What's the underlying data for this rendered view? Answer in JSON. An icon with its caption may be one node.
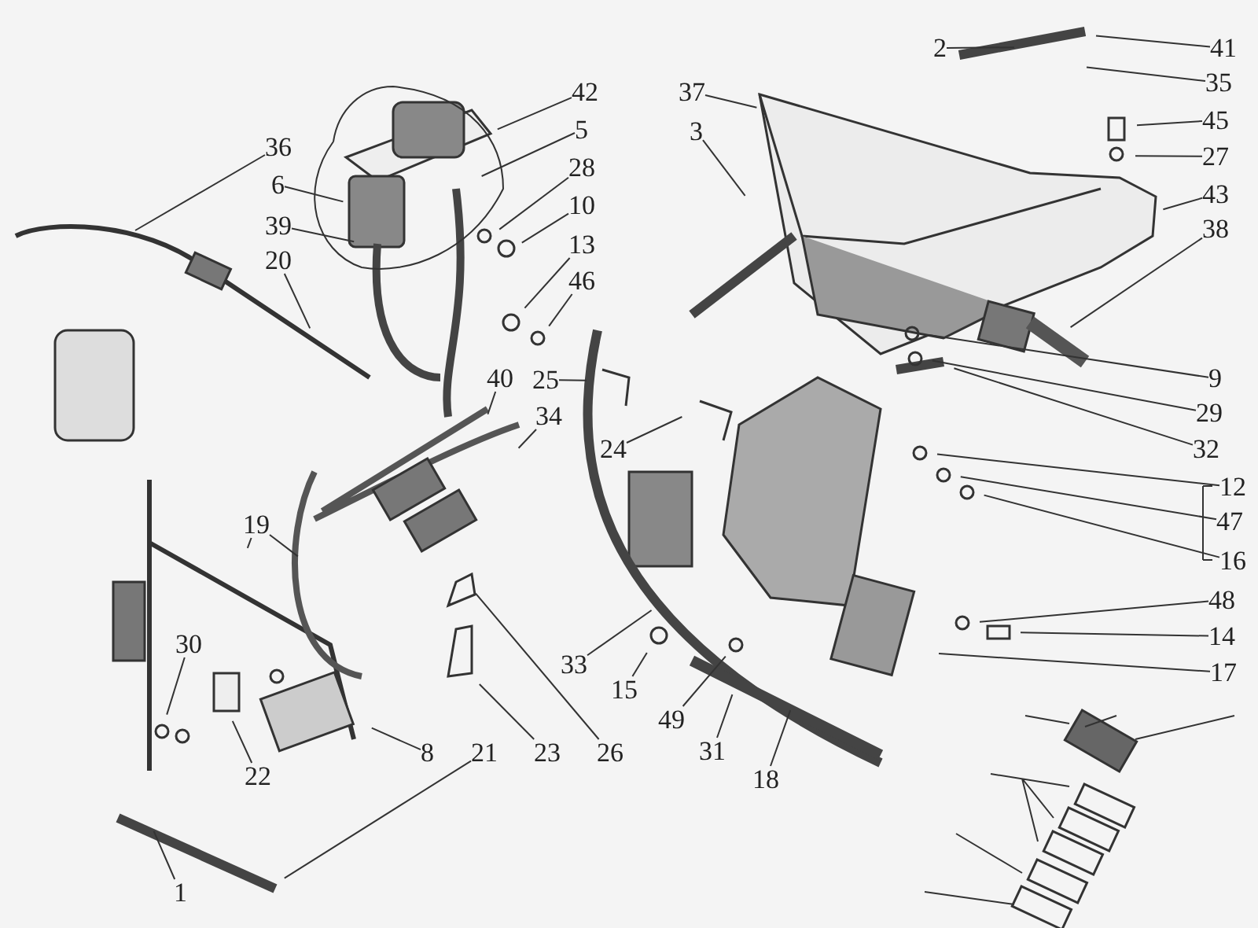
{
  "diagram": {
    "nodes": [
      {
        "text": [
          "2"
        ]
      },
      {
        "text": [
          "41"
        ]
      },
      {
        "text": [
          "35"
        ]
      },
      {
        "text": [
          "42"
        ]
      },
      {
        "text": [
          "37"
        ]
      },
      {
        "text": [
          "45"
        ]
      },
      {
        "text": [
          "5"
        ]
      },
      {
        "text": [
          "3"
        ]
      },
      {
        "text": [
          "36"
        ]
      },
      {
        "text": [
          "27"
        ]
      },
      {
        "text": [
          "28"
        ]
      },
      {
        "text": [
          "6"
        ]
      },
      {
        "text": [
          "43"
        ]
      },
      {
        "text": [
          "10"
        ]
      },
      {
        "text": [
          "39"
        ]
      },
      {
        "text": [
          "38"
        ]
      },
      {
        "text": [
          "13"
        ]
      },
      {
        "text": [
          "20"
        ]
      },
      {
        "text": [
          "46"
        ]
      },
      {
        "text": [
          "9"
        ]
      },
      {
        "text": [
          "40"
        ]
      },
      {
        "text": [
          "25"
        ]
      },
      {
        "text": [
          "29"
        ]
      },
      {
        "text": [
          "34"
        ]
      },
      {
        "text": [
          "24"
        ]
      },
      {
        "text": [
          "32"
        ]
      },
      {
        "text": [
          "12"
        ]
      },
      {
        "text": [
          "47"
        ]
      },
      {
        "text": [
          "19"
        ]
      },
      {
        "text": [
          "16"
        ]
      },
      {
        "text": [
          "48"
        ]
      },
      {
        "text": [
          "14"
        ]
      },
      {
        "text": [
          "30"
        ]
      },
      {
        "text": [
          "33"
        ]
      },
      {
        "text": [
          "17"
        ]
      },
      {
        "text": [
          "15"
        ]
      },
      {
        "text": [
          "49"
        ]
      },
      {
        "text": [
          "31"
        ]
      },
      {
        "text": [
          "8"
        ]
      },
      {
        "text": [
          "21"
        ]
      },
      {
        "text": [
          "23"
        ]
      },
      {
        "text": [
          "26"
        ]
      },
      {
        "text": [
          "22"
        ]
      },
      {
        "text": [
          "18"
        ]
      },
      {
        "text": [
          "1"
        ]
      }
    ],
    "edges": [
      {
        "from": 0,
        "to": null,
        "arrow": "none"
      },
      {
        "from": 1,
        "to": null,
        "arrow": "none"
      },
      {
        "from": 2,
        "to": null,
        "arrow": "none"
      },
      {
        "from": 3,
        "to": null,
        "arrow": "none"
      },
      {
        "from": 4,
        "to": null,
        "arrow": "none"
      },
      {
        "from": 5,
        "to": null,
        "arrow": "none"
      },
      {
        "from": 6,
        "to": null,
        "arrow": "none"
      },
      {
        "from": 7,
        "to": null,
        "arrow": "none"
      },
      {
        "from": 8,
        "to": null,
        "arrow": "none"
      },
      {
        "from": 9,
        "to": null,
        "arrow": "none"
      },
      {
        "from": 10,
        "to": null,
        "arrow": "none"
      },
      {
        "from": 11,
        "to": null,
        "arrow": "none"
      },
      {
        "from": 12,
        "to": null,
        "arrow": "none"
      },
      {
        "from": 13,
        "to": null,
        "arrow": "none"
      },
      {
        "from": 14,
        "to": null,
        "arrow": "none"
      },
      {
        "from": 15,
        "to": null,
        "arrow": "none"
      },
      {
        "from": 16,
        "to": null,
        "arrow": "none"
      },
      {
        "from": 17,
        "to": null,
        "arrow": "none"
      },
      {
        "from": 18,
        "to": null,
        "arrow": "none"
      },
      {
        "from": 19,
        "to": null,
        "arrow": "none"
      },
      {
        "from": 20,
        "to": null,
        "arrow": "none"
      },
      {
        "from": 21,
        "to": null,
        "arrow": "none"
      },
      {
        "from": 22,
        "to": null,
        "arrow": "none"
      },
      {
        "from": 23,
        "to": null,
        "arrow": "none"
      },
      {
        "from": 24,
        "to": null,
        "arrow": "none"
      },
      {
        "from": 25,
        "to": null,
        "arrow": "none"
      },
      {
        "from": 26,
        "to": null,
        "arrow": "none"
      },
      {
        "from": 27,
        "to": null,
        "arrow": "none"
      },
      {
        "from": 28,
        "to": null,
        "arrow": "none"
      },
      {
        "from": 28,
        "to": null,
        "arrow": "none"
      },
      {
        "from": 29,
        "to": null,
        "arrow": "none"
      },
      {
        "from": 30,
        "to": null,
        "arrow": "none"
      },
      {
        "from": 31,
        "to": null,
        "arrow": "none"
      },
      {
        "from": 32,
        "to": null,
        "arrow": "none"
      },
      {
        "from": 33,
        "to": null,
        "arrow": "none"
      },
      {
        "from": 34,
        "to": null,
        "arrow": "none"
      },
      {
        "from": 35,
        "to": null,
        "arrow": "none"
      },
      {
        "from": 36,
        "to": null,
        "arrow": "none"
      },
      {
        "from": 37,
        "to": null,
        "arrow": "none"
      },
      {
        "from": 38,
        "to": null,
        "arrow": "none"
      },
      {
        "from": 39,
        "to": null,
        "arrow": "none"
      },
      {
        "from": 40,
        "to": null,
        "arrow": "none"
      },
      {
        "from": 41,
        "to": null,
        "arrow": "none"
      },
      {
        "from": 42,
        "to": null,
        "arrow": "none"
      },
      {
        "from": 43,
        "to": null,
        "arrow": "none"
      },
      {
        "from": 44,
        "to": null,
        "arrow": "none"
      }
    ]
  }
}
